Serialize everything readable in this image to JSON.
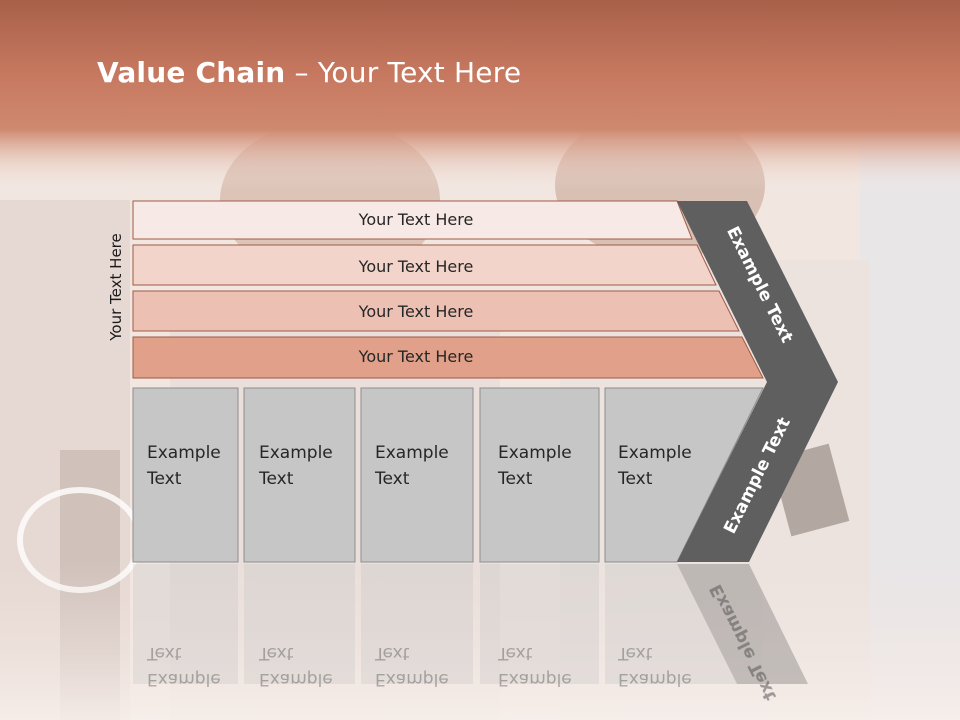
{
  "slide": {
    "title_bold": "Value Chain",
    "title_separator": "–",
    "title_rest": "Your Text Here",
    "vertical_label": "Your Text Here"
  },
  "rows": [
    {
      "label": "Your Text Here",
      "color": "#f7e9e5"
    },
    {
      "label": "Your Text Here",
      "color": "#f2d4cb"
    },
    {
      "label": "Your Text Here",
      "color": "#ecc1b3"
    },
    {
      "label": "Your Text Here",
      "color": "#e0a089"
    }
  ],
  "boxes": [
    {
      "line1": "Example",
      "line2": "Text"
    },
    {
      "line1": "Example",
      "line2": "Text"
    },
    {
      "line1": "Example",
      "line2": "Text"
    },
    {
      "line1": "Example",
      "line2": "Text"
    },
    {
      "line1": "Example",
      "line2": "Text"
    }
  ],
  "arrow": {
    "upper_label": "Example Text",
    "lower_label": "Example Text",
    "color": "#5f5f5f"
  },
  "colors": {
    "header": "#c27158",
    "box_fill": "#c6c6c6",
    "row_stroke": "#a05a44"
  }
}
